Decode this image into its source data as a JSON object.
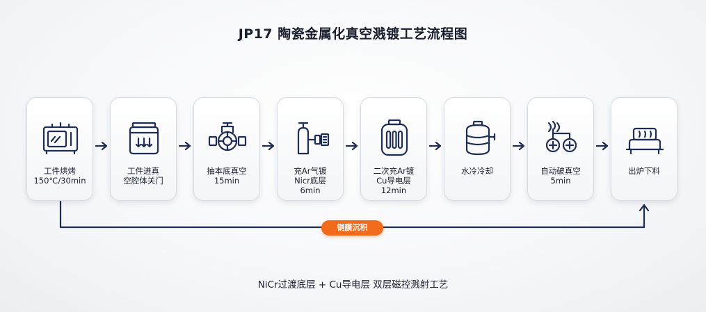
{
  "title": "JP17 陶瓷金属化真空溅镀工艺流程图",
  "colors": {
    "accent": "#f26a1b",
    "ink": "#1f2d52"
  },
  "steps": [
    {
      "icon": "oven-icon",
      "label": "工件烘烤\n150℃/30min"
    },
    {
      "icon": "vacuum-chamber-icon",
      "label": "工件进真\n空腔体关门"
    },
    {
      "icon": "vacuum-pump-icon",
      "label": "抽本底真空\n15min"
    },
    {
      "icon": "gas-cylinder-icon",
      "label": "充Ar气镀\nNicr底层\n6min"
    },
    {
      "icon": "sputter-target-icon",
      "label": "二次充Ar镀\nCu导电层\n12min"
    },
    {
      "icon": "water-cooling-tank-icon",
      "label": "水冷冷却"
    },
    {
      "icon": "vent-valve-icon",
      "label": "自动破真空\n5min"
    },
    {
      "icon": "furnace-icon",
      "label": "出炉下料"
    }
  ],
  "badge": "铜膜沉积",
  "subtitle": "NiCr过渡底层 + Cu导电层 双层磁控溅射工艺"
}
